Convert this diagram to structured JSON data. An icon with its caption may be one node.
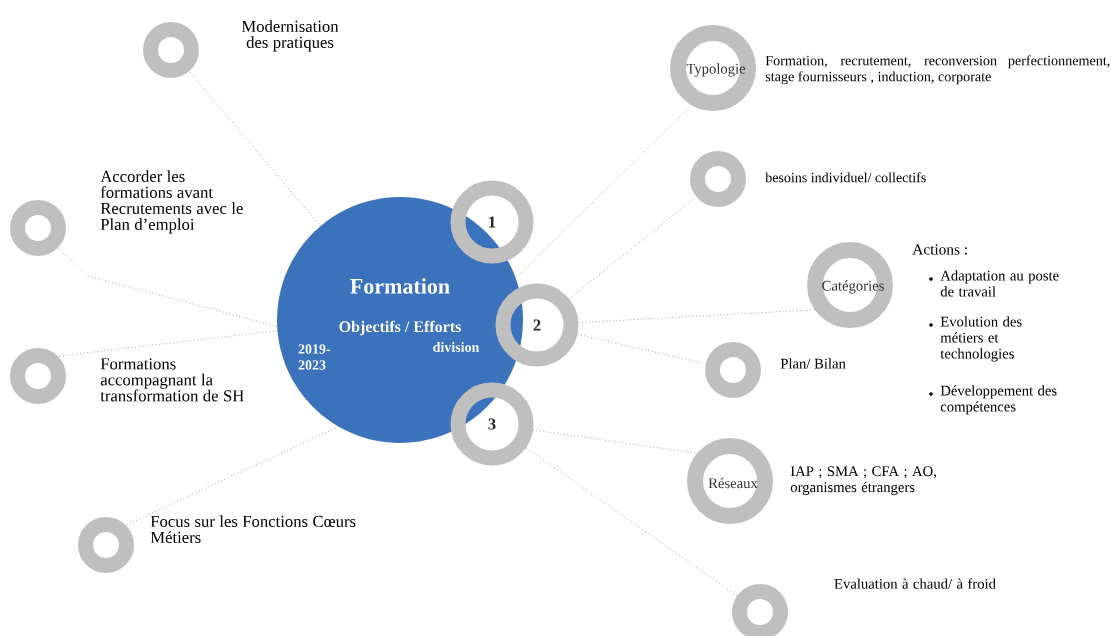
{
  "diagram": {
    "nodes": [
      {
        "text": [
          "Formation",
          "Objectifs / Efforts",
          "2019-2023",
          "division"
        ]
      },
      {
        "text": [
          "1"
        ]
      },
      {
        "text": [
          "2"
        ]
      },
      {
        "text": [
          "3"
        ]
      },
      {
        "text": [],
        "shape": "circle",
        "beside": [
          "Modernisation des pratiques"
        ]
      },
      {
        "text": [],
        "shape": "circle",
        "beside": [
          "Accorder les formations avant Recrutements avec le Plan d’emploi"
        ]
      },
      {
        "text": [],
        "shape": "circle",
        "beside": [
          "Formations accompagnant la transformation de SH"
        ]
      },
      {
        "text": [],
        "shape": "circle",
        "beside": [
          "Focus sur les Fonctions Cœurs Métiers"
        ]
      },
      {
        "text": [
          "Typologie"
        ],
        "beside": [
          "Formation, recrutement, reconversion perfectionnement, stage fournisseurs , induction, corporate"
        ]
      },
      {
        "text": [],
        "shape": "circle",
        "beside": [
          "besoins individuel/ collectifs"
        ]
      },
      {
        "text": [
          "Catégories"
        ],
        "beside": [
          "Actions :",
          "Adaptation au poste de travail",
          "Evolution des métiers et technologies",
          "Développement des compétences"
        ]
      },
      {
        "text": [],
        "shape": "circle",
        "beside": [
          "Plan/ Bilan"
        ]
      },
      {
        "text": [
          "Réseaux"
        ],
        "beside": [
          "IAP ; SMA ; CFA ; AO, organismes étrangers"
        ]
      },
      {
        "text": [],
        "shape": "circle",
        "beside": [
          "Evaluation à chaud/ à froid"
        ]
      }
    ],
    "edges": [
      {
        "from": 0,
        "to": 4,
        "arrow": "none"
      },
      {
        "from": 0,
        "to": 5,
        "arrow": "none"
      },
      {
        "from": 0,
        "to": 6,
        "arrow": "none"
      },
      {
        "from": 0,
        "to": 7,
        "arrow": "none"
      },
      {
        "from": 0,
        "to": 8,
        "arrow": "none"
      },
      {
        "from": 2,
        "to": 9,
        "arrow": "none"
      },
      {
        "from": 2,
        "to": 10,
        "arrow": "none"
      },
      {
        "from": 2,
        "to": 11,
        "arrow": "none"
      },
      {
        "from": 3,
        "to": 12,
        "arrow": "none"
      },
      {
        "from": 3,
        "to": 13,
        "arrow": "none"
      }
    ]
  }
}
